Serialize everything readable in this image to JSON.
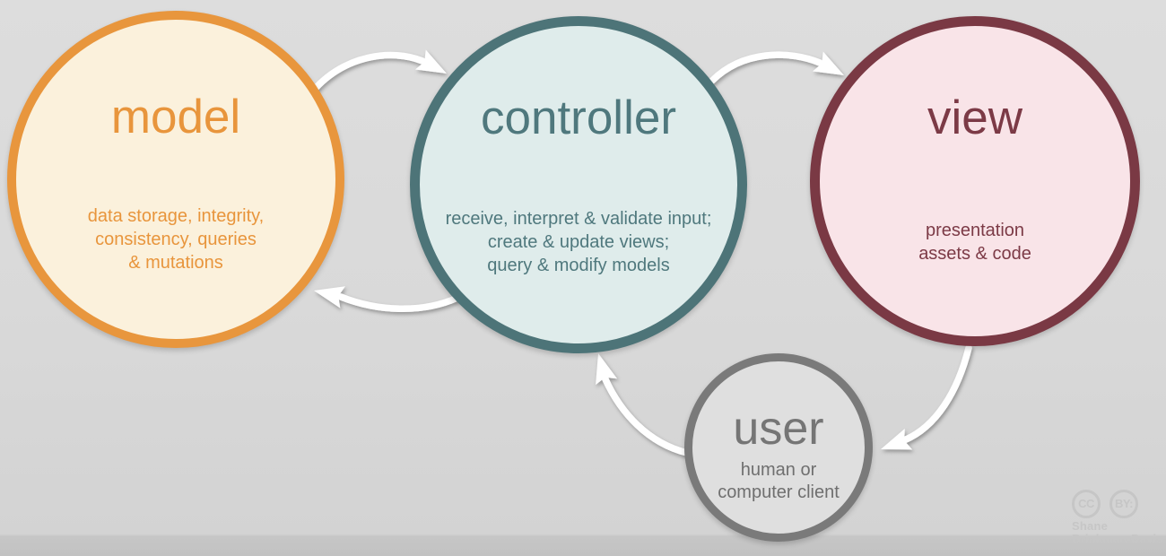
{
  "nodes": {
    "model": {
      "title": "model",
      "description": "data storage, integrity,\nconsistency, queries\n& mutations",
      "border_color": "#e8963d",
      "fill_color": "#fbf1dc",
      "text_color": "#e8953c"
    },
    "controller": {
      "title": "controller",
      "description": "receive, interpret & validate input;\ncreate & update views;\nquery & modify models",
      "border_color": "#4d7478",
      "fill_color": "#dfeceb",
      "text_color": "#4f787d"
    },
    "view": {
      "title": "view",
      "description": "presentation\nassets & code",
      "border_color": "#7a3944",
      "fill_color": "#f9e4e8",
      "text_color": "#7c3a46"
    },
    "user": {
      "title": "user",
      "description": "human or\ncomputer client",
      "border_color": "#7a7a7a",
      "fill_color": "#dfdfdf",
      "text_color": "#757575"
    }
  },
  "arrows": [
    {
      "name": "model-to-controller",
      "from": "model",
      "to": "controller",
      "color": "#ffffff"
    },
    {
      "name": "controller-to-view",
      "from": "controller",
      "to": "view",
      "color": "#ffffff"
    },
    {
      "name": "controller-to-model",
      "from": "controller",
      "to": "model",
      "color": "#ffffff"
    },
    {
      "name": "view-to-user",
      "from": "view",
      "to": "user",
      "color": "#ffffff"
    },
    {
      "name": "user-to-controller",
      "from": "user",
      "to": "controller",
      "color": "#ffffff"
    }
  ],
  "attribution": {
    "badge_cc": "CC",
    "badge_by": "BY:",
    "author_line1": "Shane",
    "author_line2": "Brinkman-Davis",
    "color": "#c6c6c6"
  }
}
